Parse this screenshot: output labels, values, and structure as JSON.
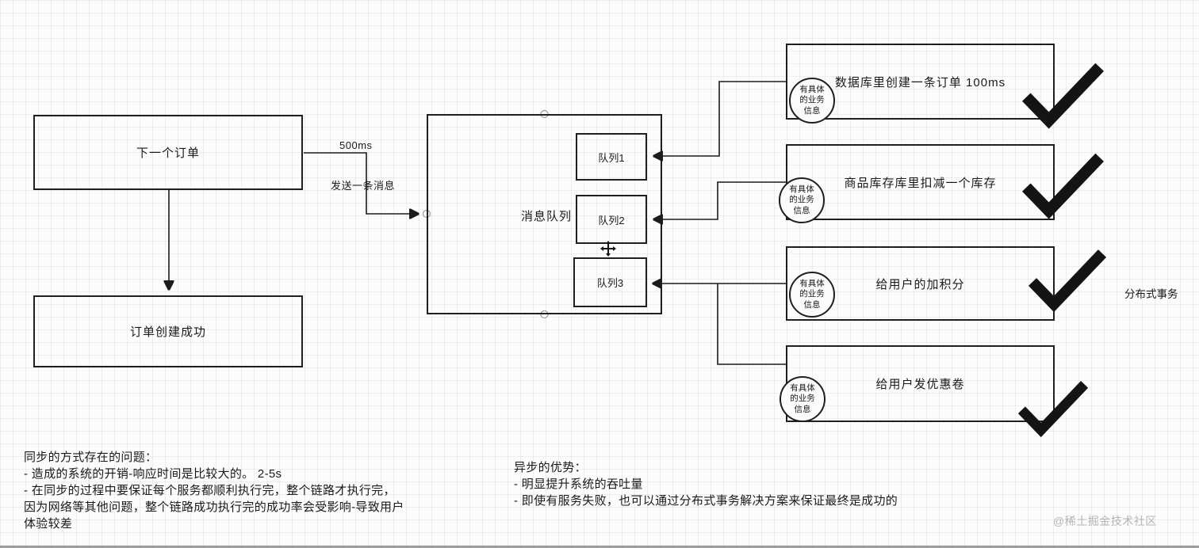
{
  "flow": {
    "next_order": "下一个订单",
    "order_success": "订单创建成功",
    "send_latency": "500ms",
    "send_label": "发送一条消息"
  },
  "message_queue": {
    "title": "消息队列",
    "queues": [
      {
        "label": "队列1"
      },
      {
        "label": "队列2"
      },
      {
        "label": "队列3"
      }
    ]
  },
  "services": [
    {
      "label": "数据库里创建一条订单 100ms",
      "badge": "有具体\n的业务\n信息"
    },
    {
      "label": "商品库存库里扣减一个库存",
      "badge": "有具体\n的业务\n信息"
    },
    {
      "label": "给用户的加积分",
      "badge": "有具体\n的业务\n信息"
    },
    {
      "label": "给用户发优惠卷",
      "badge": "有具体\n的业务\n信息"
    }
  ],
  "annotations": {
    "distributed_tx": "分布式事务",
    "sync_problems": "同步的方式存在的问题：\n- 造成的系统的开销-响应时间是比较大的。 2-5s\n- 在同步的过程中要保证每个服务都顺利执行完，整个链路才执行完，\n因为网络等其他问题，整个链路成功执行完的成功率会受影响-导致用户\n体验较差",
    "async_benefits": "异步的优势：\n- 明显提升系统的吞吐量\n- 即使有服务失败，也可以通过分布式事务解决方案来保证最终是成功的"
  },
  "watermark": "@稀土掘金技术社区",
  "colors": {
    "ink": "#1a1a1a",
    "grid": "#e6e6e6",
    "watermark": "#b5b5b5"
  }
}
